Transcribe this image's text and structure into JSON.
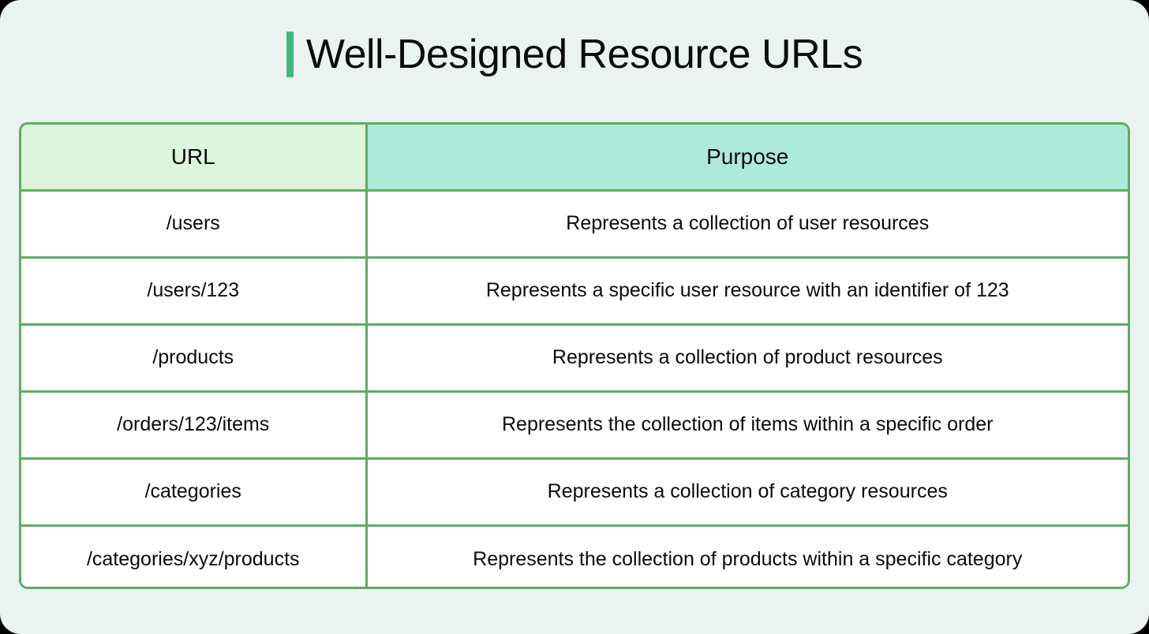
{
  "page": {
    "background_color": "#eaf3ef",
    "accent_color": "#45b578",
    "border_color": "#62ab64"
  },
  "title": {
    "text": "Well-Designed Resource URLs",
    "accent_bar_color": "#45b578"
  },
  "table": {
    "header_url_bg": "#ddf5dc",
    "header_purpose_bg": "#aeeada",
    "columns": [
      {
        "key": "url",
        "label": "URL"
      },
      {
        "key": "purpose",
        "label": "Purpose"
      }
    ],
    "rows": [
      {
        "url": "/users",
        "purpose": "Represents a collection of user resources"
      },
      {
        "url": "/users/123",
        "purpose": "Represents a specific user resource with an identifier of 123"
      },
      {
        "url": "/products",
        "purpose": "Represents a collection of product resources"
      },
      {
        "url": "/orders/123/items",
        "purpose": "Represents the collection of items within a specific order"
      },
      {
        "url": "/categories",
        "purpose": "Represents a collection of category resources"
      },
      {
        "url": "/categories/xyz/products",
        "purpose": "Represents the collection of products within a specific category"
      }
    ]
  }
}
